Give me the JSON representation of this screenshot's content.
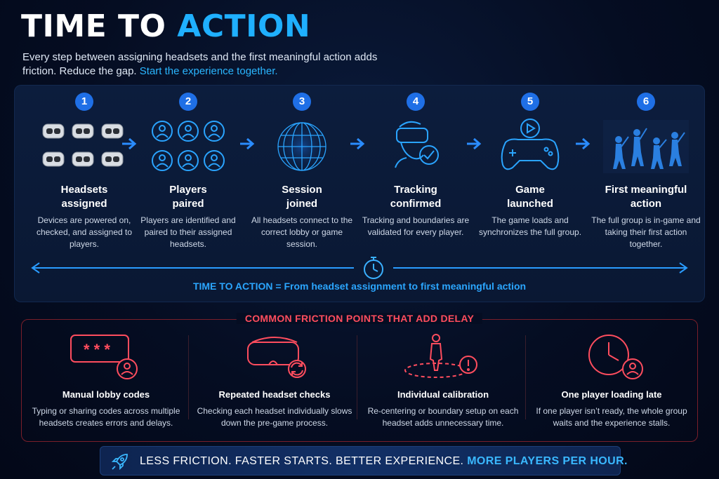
{
  "header": {
    "title_part1": "TIME TO ",
    "title_part2": "ACTION",
    "subtitle_part1": "Every step between assigning headsets and the first meaningful action adds friction. Reduce the gap. ",
    "subtitle_part2": "Start the experience together."
  },
  "steps": [
    {
      "number": "1",
      "title_line1": "Headsets",
      "title_line2": "assigned",
      "desc": "Devices are powered on, checked, and assigned to players.",
      "icon": "vr-headsets-icon"
    },
    {
      "number": "2",
      "title_line1": "Players",
      "title_line2": "paired",
      "desc": "Players are identified and paired to their assigned headsets.",
      "icon": "players-icon"
    },
    {
      "number": "3",
      "title_line1": "Session",
      "title_line2": "joined",
      "desc": "All headsets connect to the correct lobby or game session.",
      "icon": "globe-icon"
    },
    {
      "number": "4",
      "title_line1": "Tracking",
      "title_line2": "confirmed",
      "desc": "Tracking and boundaries are validated for every player.",
      "icon": "vr-user-check-icon"
    },
    {
      "number": "5",
      "title_line1": "Game",
      "title_line2": "launched",
      "desc": "The game loads and synchronizes the full group.",
      "icon": "gamepad-play-icon"
    },
    {
      "number": "6",
      "title_line1": "First meaningful",
      "title_line2": "action",
      "desc": "The full group is in-game and taking their first action together.",
      "icon": "group-action-icon"
    }
  ],
  "timeline": {
    "caption": "TIME TO ACTION = From headset assignment to first meaningful action",
    "icon": "stopwatch-icon"
  },
  "friction": {
    "heading": "COMMON FRICTION POINTS THAT ADD DELAY",
    "items": [
      {
        "title": "Manual lobby codes",
        "desc": "Typing or sharing codes across multiple headsets creates errors and delays.",
        "icon": "password-user-icon"
      },
      {
        "title": "Repeated headset checks",
        "desc": "Checking each headset individually slows down the pre-game process.",
        "icon": "headset-refresh-icon"
      },
      {
        "title": "Individual calibration",
        "desc": "Re-centering or boundary setup on each headset adds unnecessary time.",
        "icon": "calibration-warning-icon"
      },
      {
        "title": "One player loading late",
        "desc": "If one player isn’t ready, the whole group waits and the experience stalls.",
        "icon": "clock-user-icon"
      }
    ]
  },
  "banner": {
    "text_part1": "LESS FRICTION. FASTER STARTS. BETTER EXPERIENCE. ",
    "text_part2": "MORE PLAYERS PER HOUR.",
    "icon": "rocket-icon"
  },
  "colors": {
    "accent_blue": "#1fb0ff",
    "step_badge": "#1f6fe6",
    "friction_red": "#ff4d5e",
    "background": "#050d22"
  }
}
